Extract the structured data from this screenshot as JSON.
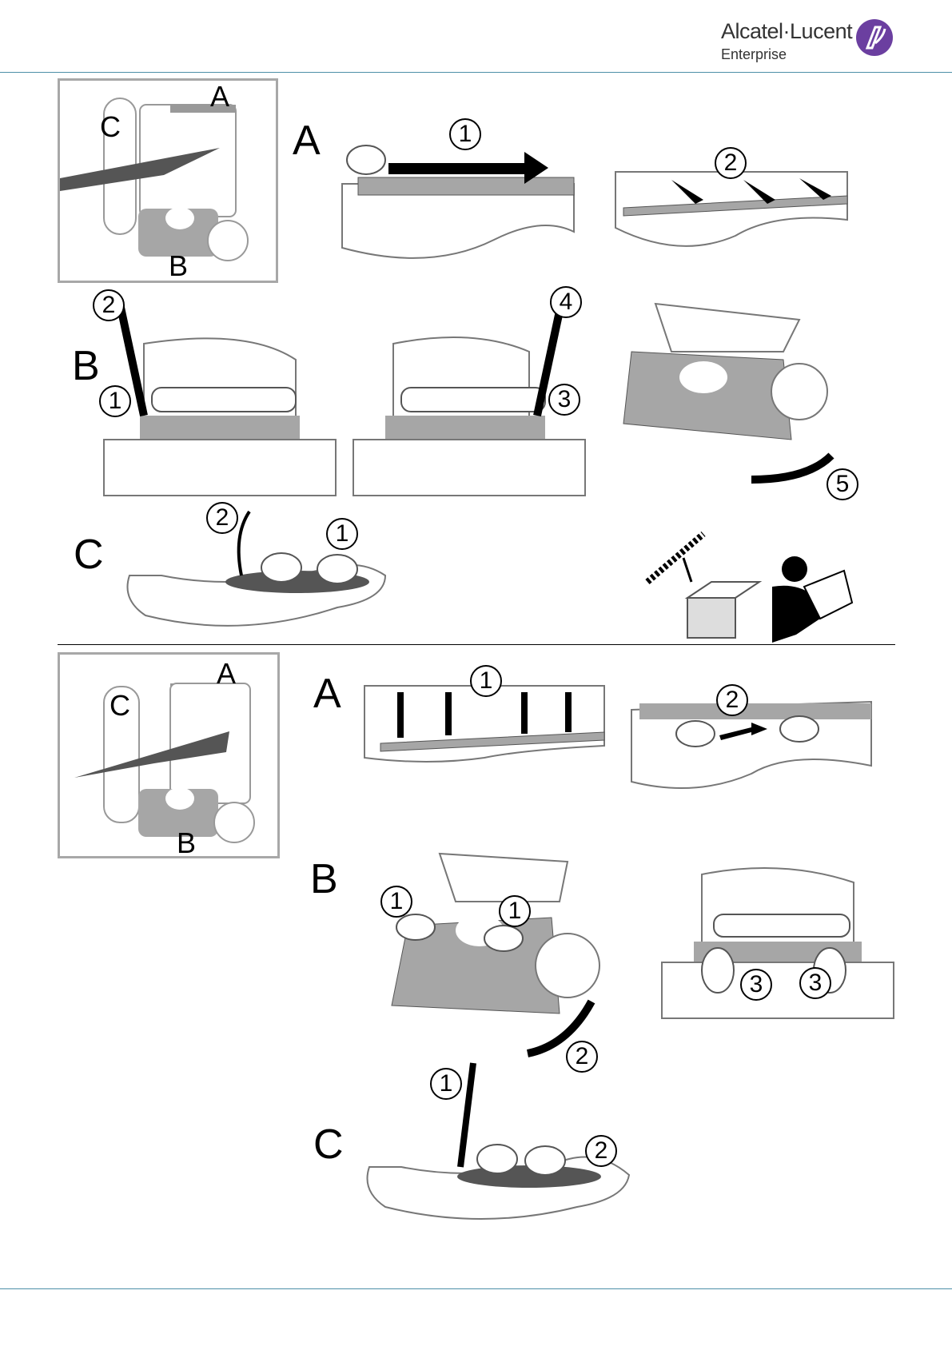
{
  "header": {
    "brand": "Alcatel·Lucent",
    "subtitle": "Enterprise",
    "colors": {
      "rule": "#4d8fa8",
      "brand": "#6b3fa0",
      "grey_fill": "#a6a6a6"
    }
  },
  "section_remove": {
    "thumb_labels": {
      "a": "A",
      "b": "B",
      "c": "C"
    },
    "step_a": {
      "letter": "A",
      "steps": [
        "1",
        "2"
      ]
    },
    "step_b": {
      "letter": "B",
      "steps": [
        "1",
        "2",
        "3",
        "4",
        "5"
      ]
    },
    "step_c": {
      "letter": "C",
      "steps": [
        "1",
        "2"
      ]
    }
  },
  "section_install": {
    "thumb_labels": {
      "a": "A",
      "b": "B",
      "c": "C"
    },
    "step_a": {
      "letter": "A",
      "steps": [
        "1",
        "2"
      ]
    },
    "step_b": {
      "letter": "B",
      "steps": [
        "1",
        "1",
        "2",
        "3",
        "3"
      ]
    },
    "step_c": {
      "letter": "C",
      "steps": [
        "1",
        "2"
      ]
    }
  }
}
